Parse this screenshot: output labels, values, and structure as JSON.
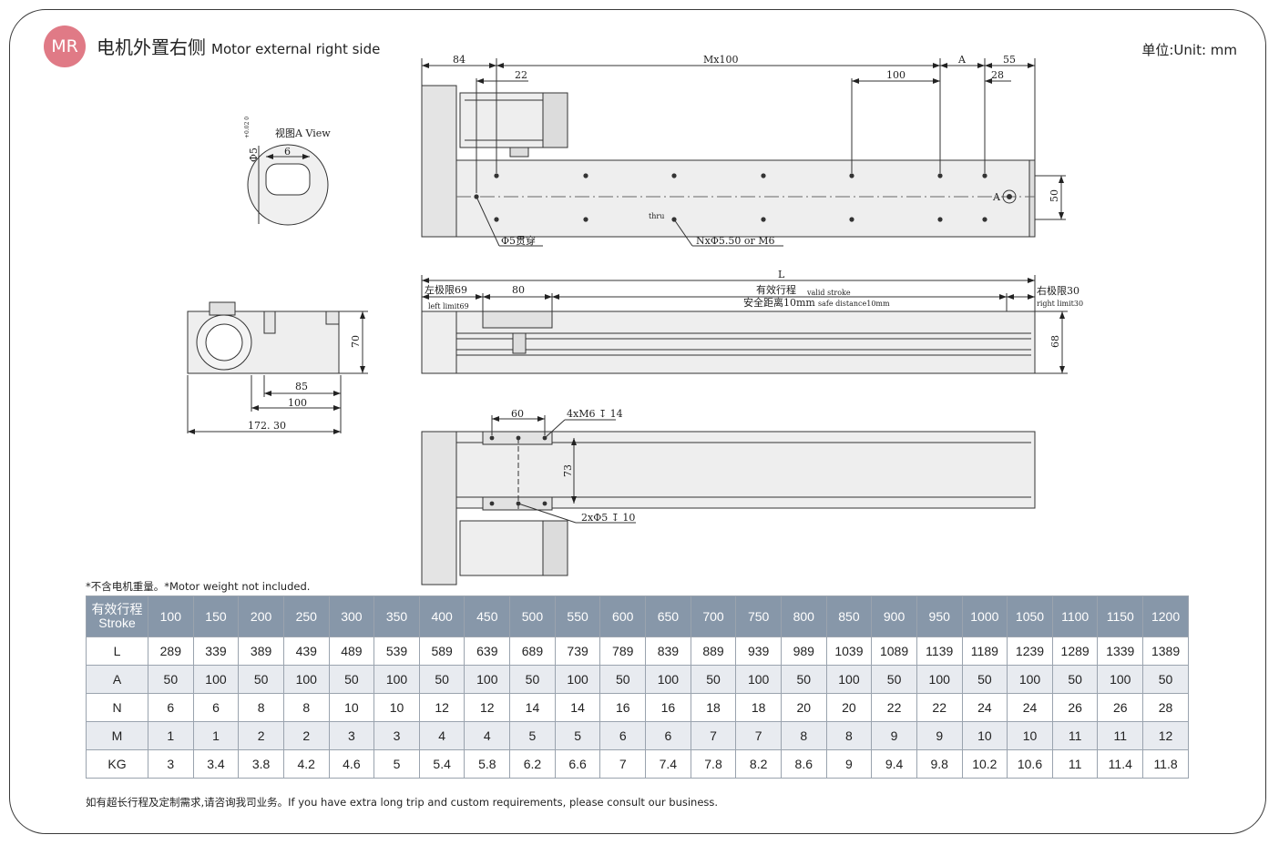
{
  "header": {
    "badge": "MR",
    "title_cn": "电机外置右侧",
    "title_en": "Motor external right side",
    "unit": "单位:Unit: mm"
  },
  "drawing": {
    "top_view": {
      "dim_84": "84",
      "dim_22": "22",
      "dim_mx100": "Mx100",
      "dim_a": "A",
      "dim_55": "55",
      "dim_100": "100",
      "dim_28": "28",
      "dim_50": "50",
      "label_a": "A",
      "thru": "thru",
      "hole_callout": "Φ5贯穿",
      "mount_callout": "NxΦ5.50 or M6"
    },
    "view_a": {
      "title": "视图A View",
      "dim_phi5": "Φ5",
      "tol": "+0.02 0",
      "dim_6": "6"
    },
    "side_view": {
      "dim_l": "L",
      "left_limit_cn": "左极限69",
      "left_limit_en": "left limit69",
      "dim_80": "80",
      "valid_stroke_cn": "有效行程",
      "valid_stroke_en": "valid stroke",
      "safe_cn": "安全距离10mm",
      "safe_en": "safe distance10mm",
      "right_limit_cn": "右极限30",
      "right_limit_en": "right limit30",
      "dim_68": "68"
    },
    "end_view": {
      "dim_70": "70",
      "dim_85": "85",
      "dim_100": "100",
      "dim_172": "172. 30"
    },
    "bottom_view": {
      "dim_60": "60",
      "callout_m6": "4xM6 ↧ 14",
      "dim_73": "73",
      "callout_pin": "2xΦ5 ↧ 10"
    }
  },
  "note": "*不含电机重量。*Motor weight not included.",
  "table": {
    "header_cn": "有效行程",
    "header_en": "Stroke",
    "strokes": [
      "100",
      "150",
      "200",
      "250",
      "300",
      "350",
      "400",
      "450",
      "500",
      "550",
      "600",
      "650",
      "700",
      "750",
      "800",
      "850",
      "900",
      "950",
      "1000",
      "1050",
      "1100",
      "1150",
      "1200"
    ],
    "rows": [
      {
        "label": "L",
        "values": [
          "289",
          "339",
          "389",
          "439",
          "489",
          "539",
          "589",
          "639",
          "689",
          "739",
          "789",
          "839",
          "889",
          "939",
          "989",
          "1039",
          "1089",
          "1139",
          "1189",
          "1239",
          "1289",
          "1339",
          "1389"
        ]
      },
      {
        "label": "A",
        "values": [
          "50",
          "100",
          "50",
          "100",
          "50",
          "100",
          "50",
          "100",
          "50",
          "100",
          "50",
          "100",
          "50",
          "100",
          "50",
          "100",
          "50",
          "100",
          "50",
          "100",
          "50",
          "100",
          "50"
        ]
      },
      {
        "label": "N",
        "values": [
          "6",
          "6",
          "8",
          "8",
          "10",
          "10",
          "12",
          "12",
          "14",
          "14",
          "16",
          "16",
          "18",
          "18",
          "20",
          "20",
          "22",
          "22",
          "24",
          "24",
          "26",
          "26",
          "28"
        ]
      },
      {
        "label": "M",
        "values": [
          "1",
          "1",
          "2",
          "2",
          "3",
          "3",
          "4",
          "4",
          "5",
          "5",
          "6",
          "6",
          "7",
          "7",
          "8",
          "8",
          "9",
          "9",
          "10",
          "10",
          "11",
          "11",
          "12"
        ]
      },
      {
        "label": "KG",
        "values": [
          "3",
          "3.4",
          "3.8",
          "4.2",
          "4.6",
          "5",
          "5.4",
          "5.8",
          "6.2",
          "6.6",
          "7",
          "7.4",
          "7.8",
          "8.2",
          "8.6",
          "9",
          "9.4",
          "9.8",
          "10.2",
          "10.6",
          "11",
          "11.4",
          "11.8"
        ]
      }
    ]
  },
  "footer": "如有超长行程及定制需求,请咨询我司业务。If you have extra long trip and custom requirements, please consult our business."
}
